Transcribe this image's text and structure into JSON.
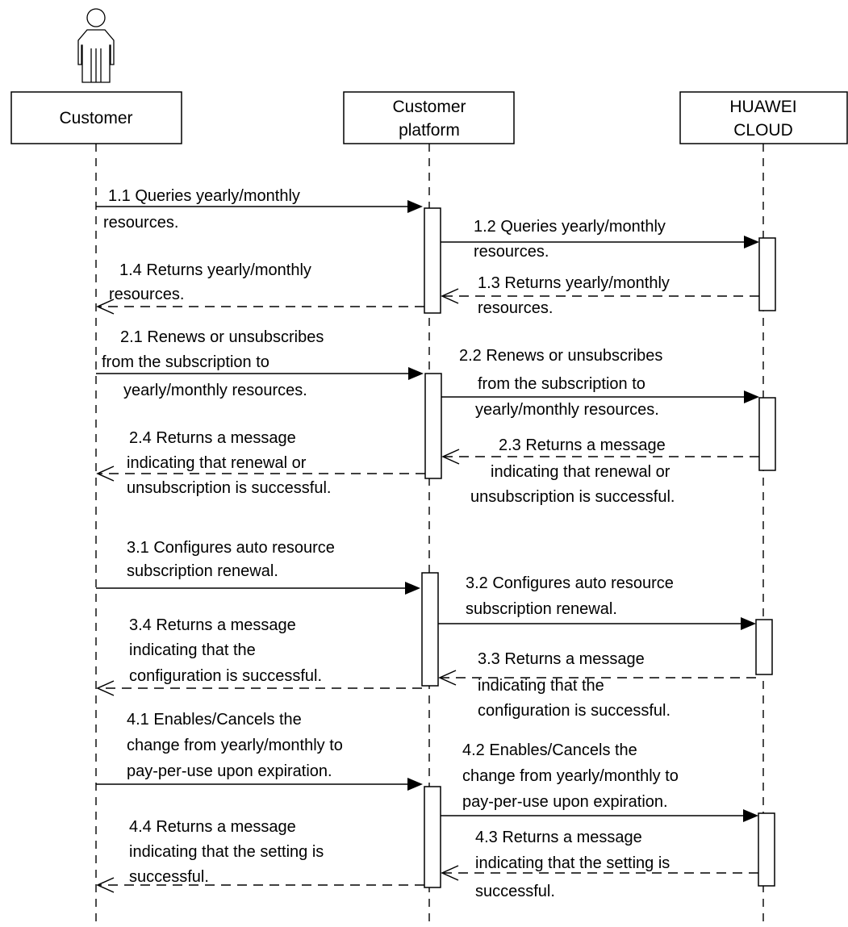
{
  "participants": [
    {
      "id": "customer",
      "label": [
        "Customer"
      ],
      "has_actor_icon": true
    },
    {
      "id": "platform",
      "label": [
        "Customer",
        "platform"
      ]
    },
    {
      "id": "cloud",
      "label": [
        "HUAWEI",
        "CLOUD"
      ]
    }
  ],
  "messages": [
    {
      "id": "m1-1",
      "from": "customer",
      "to": "platform",
      "style": "sync",
      "lines": [
        "1.1 Queries yearly/monthly",
        "resources."
      ]
    },
    {
      "id": "m1-2",
      "from": "platform",
      "to": "cloud",
      "style": "sync",
      "lines": [
        "1.2 Queries yearly/monthly",
        "resources."
      ]
    },
    {
      "id": "m1-3",
      "from": "cloud",
      "to": "platform",
      "style": "return",
      "lines": [
        "1.3 Returns yearly/monthly",
        "resources."
      ]
    },
    {
      "id": "m1-4",
      "from": "platform",
      "to": "customer",
      "style": "return",
      "lines": [
        "1.4 Returns yearly/monthly",
        "resources."
      ]
    },
    {
      "id": "m2-1",
      "from": "customer",
      "to": "platform",
      "style": "sync",
      "lines": [
        "2.1 Renews or unsubscribes",
        "from the subscription to",
        "yearly/monthly resources."
      ]
    },
    {
      "id": "m2-2",
      "from": "platform",
      "to": "cloud",
      "style": "sync",
      "lines": [
        "2.2 Renews or unsubscribes",
        "from the subscription to",
        "yearly/monthly resources."
      ]
    },
    {
      "id": "m2-3",
      "from": "cloud",
      "to": "platform",
      "style": "return",
      "lines": [
        "2.3 Returns a message",
        "indicating that renewal or",
        "unsubscription is successful."
      ]
    },
    {
      "id": "m2-4",
      "from": "platform",
      "to": "customer",
      "style": "return",
      "lines": [
        "2.4 Returns a message",
        "indicating that renewal or",
        "unsubscription is successful."
      ]
    },
    {
      "id": "m3-1",
      "from": "customer",
      "to": "platform",
      "style": "sync",
      "lines": [
        "3.1 Configures auto resource",
        "subscription renewal."
      ]
    },
    {
      "id": "m3-2",
      "from": "platform",
      "to": "cloud",
      "style": "sync",
      "lines": [
        "3.2 Configures auto resource",
        "subscription renewal."
      ]
    },
    {
      "id": "m3-3",
      "from": "cloud",
      "to": "platform",
      "style": "return",
      "lines": [
        "3.3 Returns a message",
        "indicating that the",
        "configuration is successful."
      ]
    },
    {
      "id": "m3-4",
      "from": "platform",
      "to": "customer",
      "style": "return",
      "lines": [
        "3.4 Returns a message",
        "indicating that the",
        "configuration is successful."
      ]
    },
    {
      "id": "m4-1",
      "from": "customer",
      "to": "platform",
      "style": "sync",
      "lines": [
        "4.1 Enables/Cancels the",
        "change from yearly/monthly to",
        "pay-per-use upon expiration."
      ]
    },
    {
      "id": "m4-2",
      "from": "platform",
      "to": "cloud",
      "style": "sync",
      "lines": [
        "4.2 Enables/Cancels the",
        "change from yearly/monthly to",
        "pay-per-use upon expiration."
      ]
    },
    {
      "id": "m4-3",
      "from": "cloud",
      "to": "platform",
      "style": "return",
      "lines": [
        "4.3 Returns a message",
        "indicating that the setting is",
        "successful."
      ]
    },
    {
      "id": "m4-4",
      "from": "platform",
      "to": "customer",
      "style": "return",
      "lines": [
        "4.4 Returns a message",
        "indicating that the setting is",
        "successful."
      ]
    }
  ]
}
